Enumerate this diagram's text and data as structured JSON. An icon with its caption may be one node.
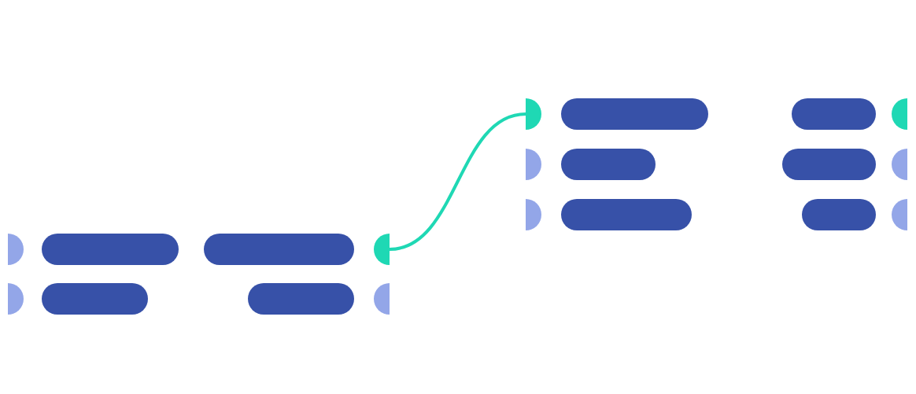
{
  "diagram": {
    "nodes": [
      {
        "text": [],
        "shape": "circle"
      },
      {
        "text": [],
        "shape": "bar"
      },
      {
        "text": [],
        "shape": "bar"
      },
      {
        "text": [],
        "shape": "circle"
      },
      {
        "text": [],
        "shape": "circle"
      },
      {
        "text": [],
        "shape": "bar"
      },
      {
        "text": [],
        "shape": "bar"
      },
      {
        "text": [],
        "shape": "circle"
      },
      {
        "text": [],
        "shape": "circle"
      },
      {
        "text": [],
        "shape": "bar"
      },
      {
        "text": [],
        "shape": "bar"
      },
      {
        "text": [],
        "shape": "circle"
      },
      {
        "text": [],
        "shape": "circle"
      },
      {
        "text": [],
        "shape": "bar"
      },
      {
        "text": [],
        "shape": "bar"
      },
      {
        "text": [],
        "shape": "circle"
      },
      {
        "text": [],
        "shape": "circle"
      },
      {
        "text": [],
        "shape": "bar"
      },
      {
        "text": [],
        "shape": "bar"
      },
      {
        "text": [],
        "shape": "circle"
      }
    ],
    "edges": [
      {
        "from": 15,
        "to": 0,
        "arrow": "none"
      }
    ]
  }
}
